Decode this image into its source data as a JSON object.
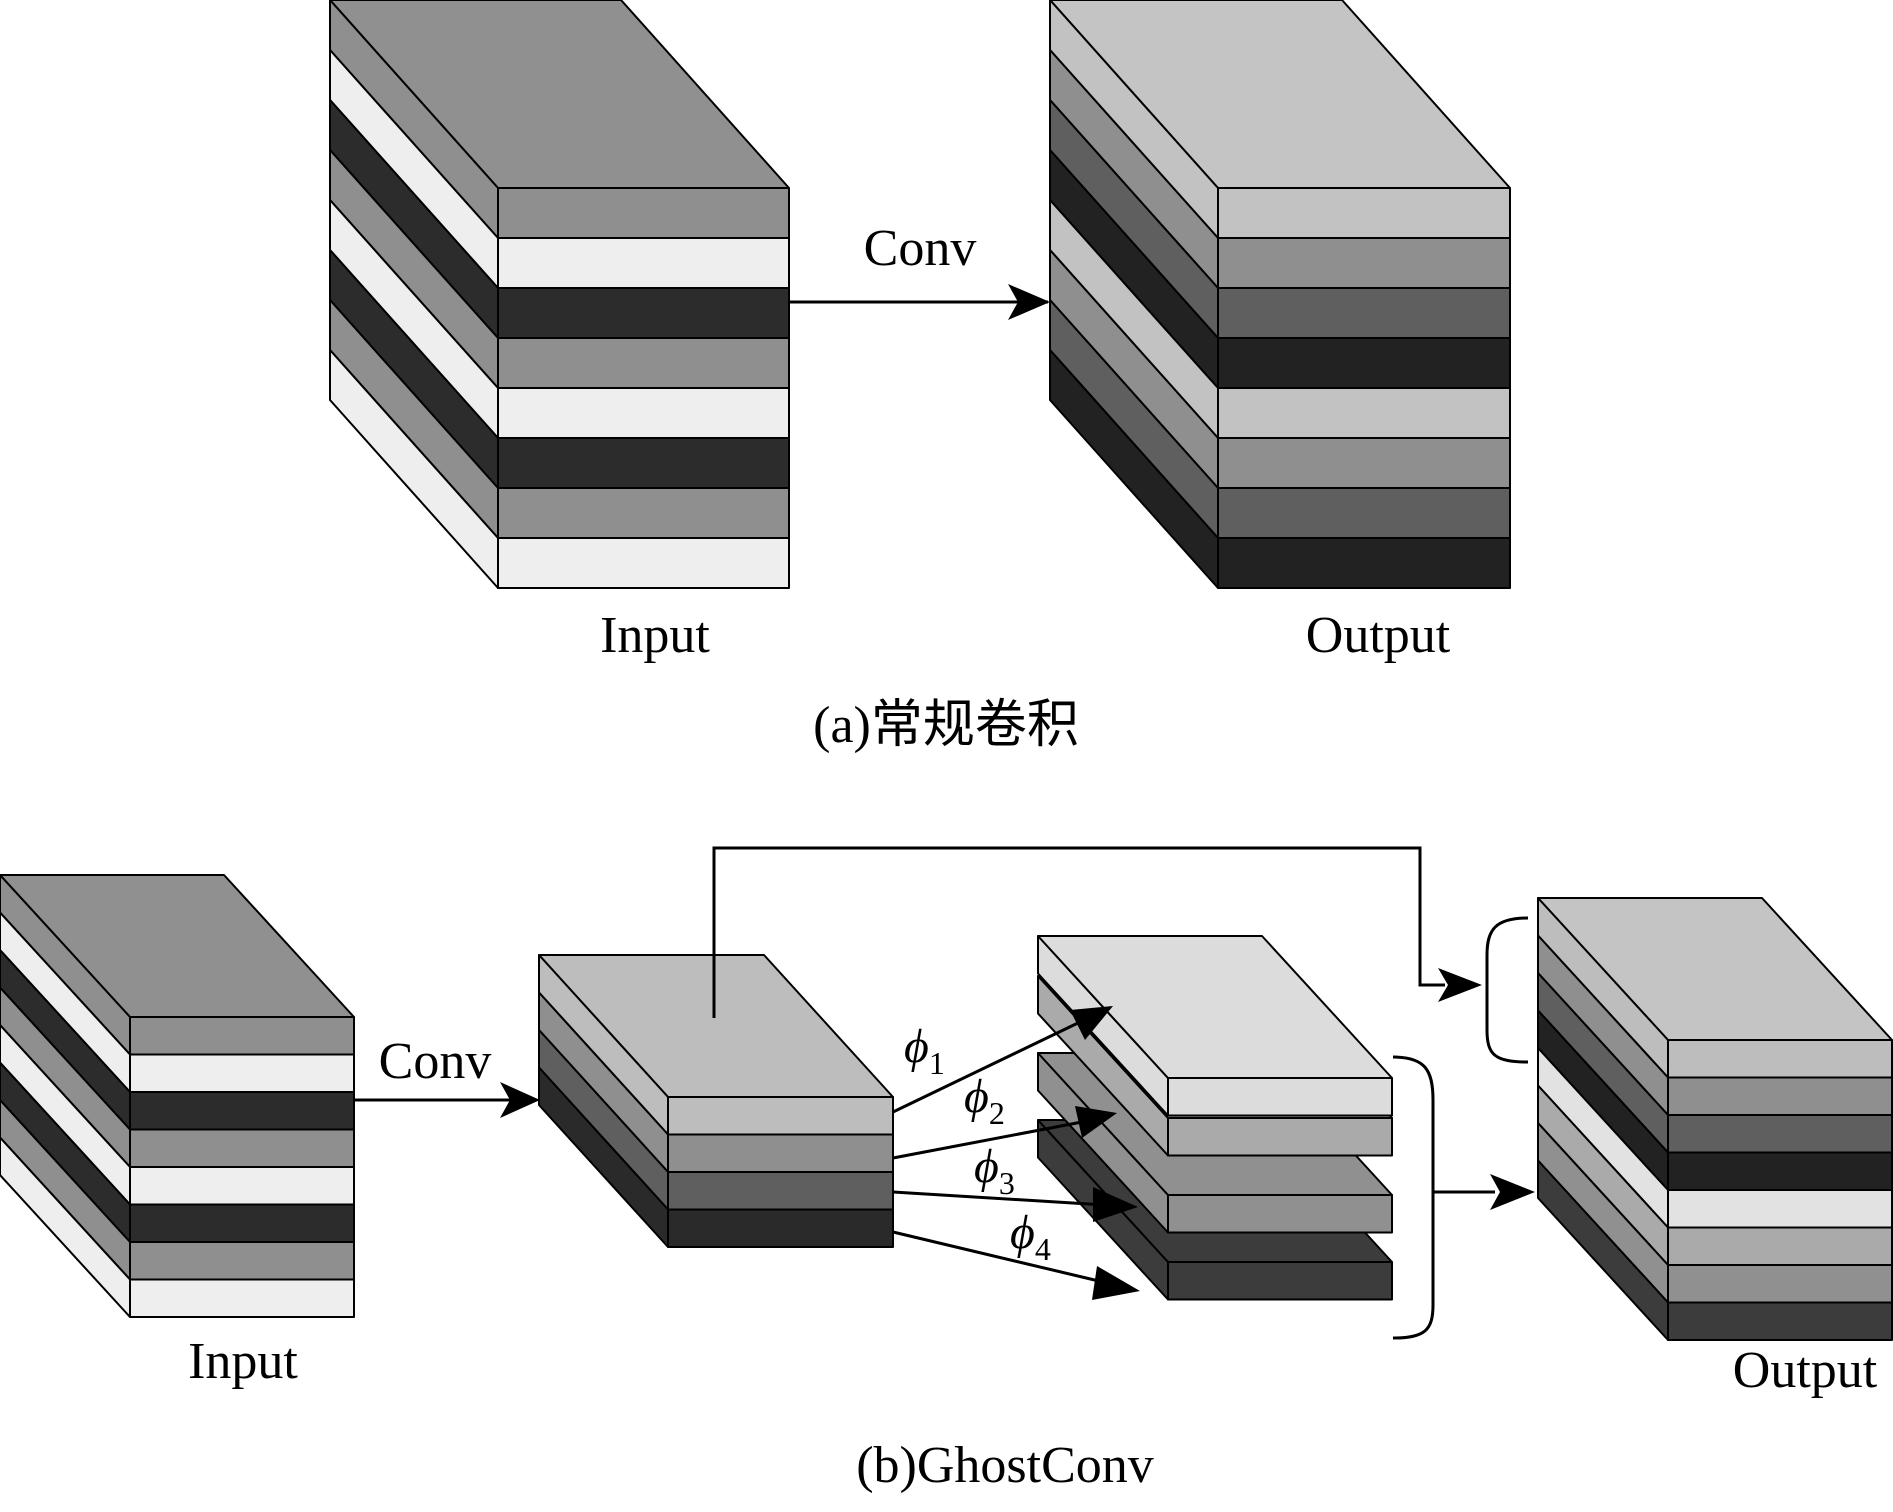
{
  "panel_a": {
    "caption": "(a)常规卷积",
    "input_label": "Input",
    "output_label": "Output",
    "arrow_label": "Conv",
    "input_layers": [
      "#8f8f8f",
      "#eeeeee",
      "#2c2c2c",
      "#8f8f8f",
      "#eeeeee",
      "#2c2c2c",
      "#8f8f8f",
      "#eeeeee"
    ],
    "output_layers": [
      "#c2c2c2",
      "#8f8f8f",
      "#5f5f5f",
      "#222222",
      "#c2c2c2",
      "#8f8f8f",
      "#5f5f5f",
      "#222222"
    ]
  },
  "panel_b": {
    "caption": "(b)GhostConv",
    "input_label": "Input",
    "output_label": "Output",
    "arrow_label": "Conv",
    "input_layers": [
      "#8f8f8f",
      "#eeeeee",
      "#2c2c2c",
      "#8f8f8f",
      "#eeeeee",
      "#2c2c2c",
      "#8f8f8f",
      "#eeeeee"
    ],
    "intrinsic_layers": [
      "#bdbdbd",
      "#8f8f8f",
      "#5f5f5f",
      "#2a2a2a"
    ],
    "ghost_slabs": [
      "#dcdcdc",
      "#aaaaaa",
      "#909090",
      "#3c3c3c"
    ],
    "output_layers": [
      "#bdbdbd",
      "#8f8f8f",
      "#5f5f5f",
      "#222222",
      "#e2e2e2",
      "#aaaaaa",
      "#909090",
      "#3c3c3c"
    ],
    "phi_labels": [
      {
        "symbol": "ϕ",
        "sub": "1"
      },
      {
        "symbol": "ϕ",
        "sub": "2"
      },
      {
        "symbol": "ϕ",
        "sub": "3"
      },
      {
        "symbol": "ϕ",
        "sub": "4"
      }
    ]
  }
}
